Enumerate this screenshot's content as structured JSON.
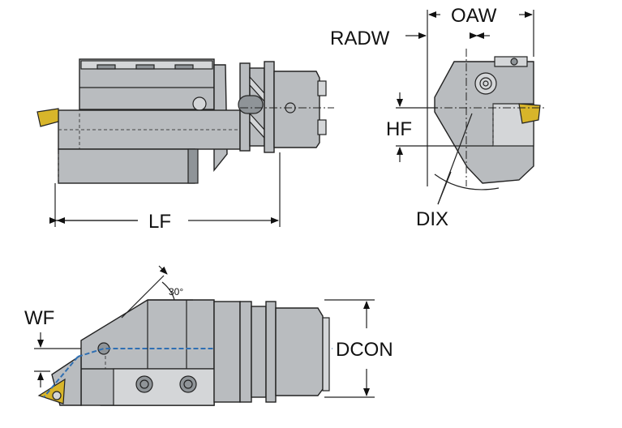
{
  "labels": {
    "oaw": "OAW",
    "radw": "RADW",
    "hf": "HF",
    "dix": "DIX",
    "lf": "LF",
    "wf": "WF",
    "angle": "30°",
    "dcon": "DCON"
  },
  "colors": {
    "steel": "#b9bcbf",
    "insert": "#d8b52a",
    "coolant": "#2f6fb3",
    "line": "#222222"
  }
}
